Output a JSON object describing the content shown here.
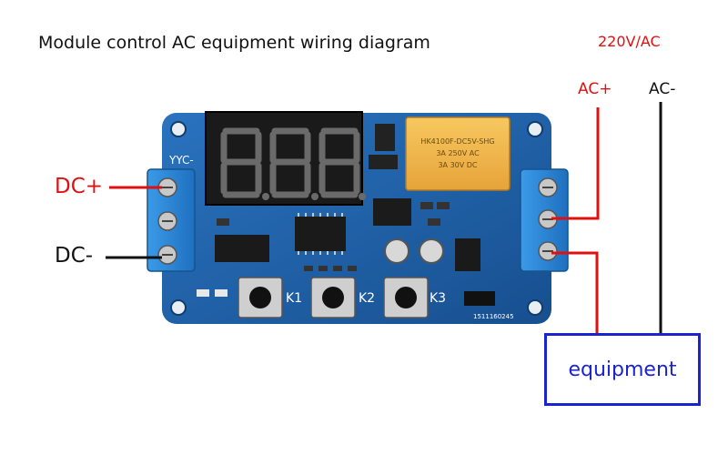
{
  "title": "Module control AC equipment wiring diagram",
  "ac_supply": {
    "voltage_label": "220V/AC",
    "plus_label": "AC+",
    "minus_label": "AC-"
  },
  "dc_input": {
    "plus_label": "DC+",
    "minus_label": "DC-"
  },
  "load": {
    "label": "equipment"
  },
  "board": {
    "model_label": "YYC-",
    "button_labels": [
      "K1",
      "K2",
      "K3"
    ],
    "serial_text": "1511160245",
    "display_text": "8.8.8.",
    "relay_text": [
      "HK4100F-DC5V-SHG",
      "3A 250V AC",
      "3A 30V DC"
    ]
  },
  "colors": {
    "wire_positive": "#e01010",
    "wire_negative": "#111111",
    "equipment_border": "#1a23d0",
    "pcb": "#1d5fa8",
    "terminal_block": "#2b86d6",
    "relay": "#f2b84a"
  }
}
